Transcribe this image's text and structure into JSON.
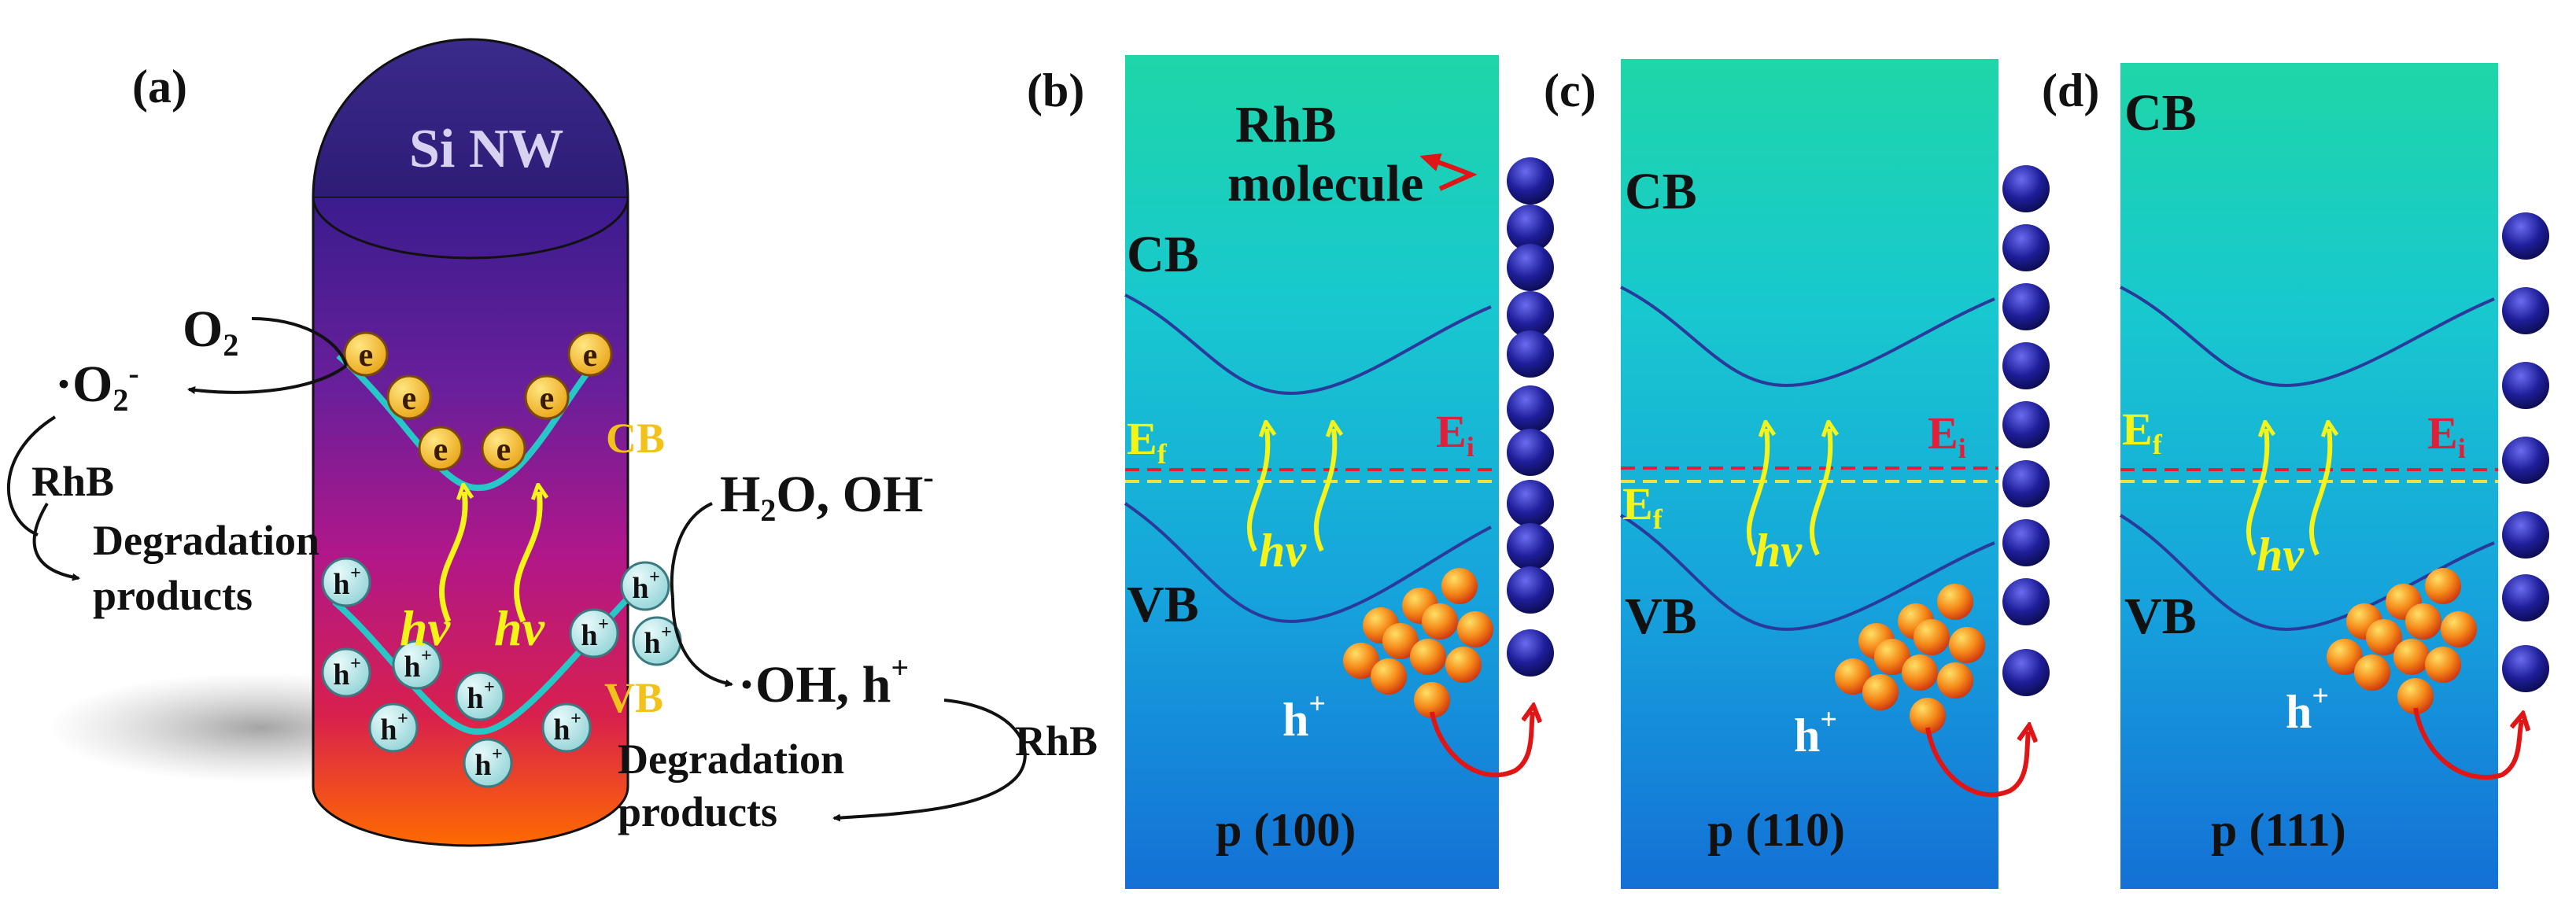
{
  "panel_a": {
    "label": "(a)",
    "cylinder_title": "Si  NW",
    "o2": "O",
    "o2_sub": "2",
    "superoxide": "·O",
    "superoxide_sub": "2",
    "superoxide_sup": "-",
    "rhb_left": "RhB",
    "degradation_left_1": "Degradation",
    "degradation_left_2": "products",
    "electron": "e",
    "cb": "CB",
    "vb": "VB",
    "hole": "h",
    "hole_sup": "+",
    "hv": "hv",
    "water": "H",
    "water_sub": "2",
    "water_rest": "O, OH",
    "water_sup": "-",
    "hydroxyl": "·OH, h",
    "hydroxyl_sup": "+",
    "rhb_right": "RhB",
    "degradation_right_1": "Degradation",
    "degradation_right_2": "products"
  },
  "panels": [
    {
      "label": "(b)",
      "orientation": "p (100)",
      "cb": "CB",
      "vb": "VB",
      "ef": "E",
      "ef_sub": "f",
      "ei": "E",
      "ei_sub": "i",
      "hole": "h",
      "hole_sup": "+",
      "hv": "hv",
      "rhb_1": "RhB",
      "rhb_2": "molecule"
    },
    {
      "label": "(c)",
      "orientation": "p (110)",
      "cb": "CB",
      "vb": "VB",
      "ef": "E",
      "ef_sub": "f",
      "ei": "E",
      "ei_sub": "i",
      "hole": "h",
      "hole_sup": "+",
      "hv": "hv"
    },
    {
      "label": "(d)",
      "orientation": "p (111)",
      "cb": "CB",
      "vb": "VB",
      "ef": "E",
      "ef_sub": "f",
      "ei": "E",
      "ei_sub": "i",
      "hole": "h",
      "hole_sup": "+",
      "hv": "hv"
    }
  ],
  "colors": {
    "panel_top": "#1ed6a8",
    "panel_mid": "#17c3d6",
    "panel_bottom": "#1477d8",
    "band_curve": "#2a3a9a",
    "ef_line": "#f0e040",
    "ei_line": "#e0203a",
    "arrow_yellow": "#f4f41a",
    "arrow_red": "#e01515",
    "electron_ball": "#f2b81a",
    "hole_ball": "#b8e6e6",
    "label_cb_vb_a": "#f2c21a"
  }
}
